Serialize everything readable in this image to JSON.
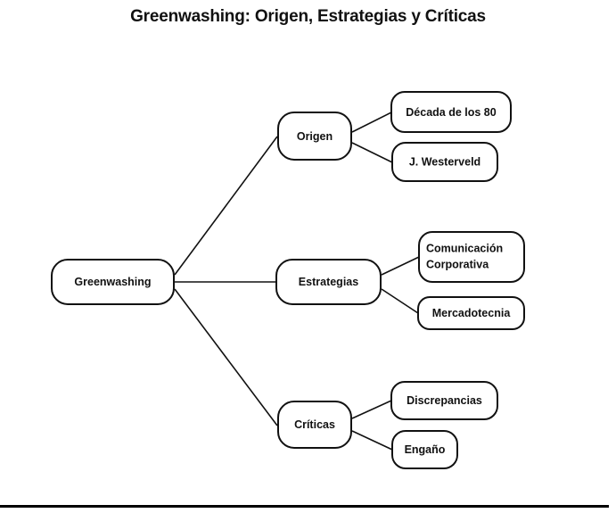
{
  "title": "Greenwashing: Origen, Estrategias y Críticas",
  "colors": {
    "background": "#ffffff",
    "node_stroke": "#111111",
    "node_fill": "#ffffff",
    "text": "#111111",
    "rule": "#000000"
  },
  "chart_data": {
    "type": "diagram",
    "diagram_kind": "mind-map",
    "orientation": "left-to-right",
    "title": "Greenwashing: Origen, Estrategias y Críticas",
    "root": "Greenwashing",
    "nodes": [
      {
        "id": "root",
        "label": "Greenwashing",
        "level": 0
      },
      {
        "id": "origen",
        "label": "Origen",
        "level": 1
      },
      {
        "id": "estrategias",
        "label": "Estrategias",
        "level": 1
      },
      {
        "id": "criticas",
        "label": "Críticas",
        "level": 1
      },
      {
        "id": "decada",
        "label": "Década de los 80",
        "level": 2
      },
      {
        "id": "westerveld",
        "label": "J. Westerveld",
        "level": 2
      },
      {
        "id": "comunicacion",
        "label": "Comunicación Corporativa",
        "level": 2
      },
      {
        "id": "mercadotecnia",
        "label": "Mercadotecnia",
        "level": 2
      },
      {
        "id": "discrepancias",
        "label": "Discrepancias",
        "level": 2
      },
      {
        "id": "engano",
        "label": "Engaño",
        "level": 2
      }
    ],
    "edges": [
      {
        "from": "root",
        "to": "origen"
      },
      {
        "from": "root",
        "to": "estrategias"
      },
      {
        "from": "root",
        "to": "criticas"
      },
      {
        "from": "origen",
        "to": "decada"
      },
      {
        "from": "origen",
        "to": "westerveld"
      },
      {
        "from": "estrategias",
        "to": "comunicacion"
      },
      {
        "from": "estrategias",
        "to": "mercadotecnia"
      },
      {
        "from": "criticas",
        "to": "discrepancias"
      },
      {
        "from": "criticas",
        "to": "engano"
      }
    ]
  },
  "nodes": {
    "root": {
      "label": "Greenwashing"
    },
    "origen": {
      "label": "Origen"
    },
    "estrategias": {
      "label": "Estrategias"
    },
    "criticas": {
      "label": "Críticas"
    },
    "decada": {
      "label": "Década de los 80"
    },
    "westerveld": {
      "label": "J. Westerveld"
    },
    "comunicacion": {
      "label_line1": "Comunicación",
      "label_line2": "Corporativa"
    },
    "mercadotecnia": {
      "label": "Mercadotecnia"
    },
    "discrepancias": {
      "label": "Discrepancias"
    },
    "engano": {
      "label": "Engaño"
    }
  }
}
